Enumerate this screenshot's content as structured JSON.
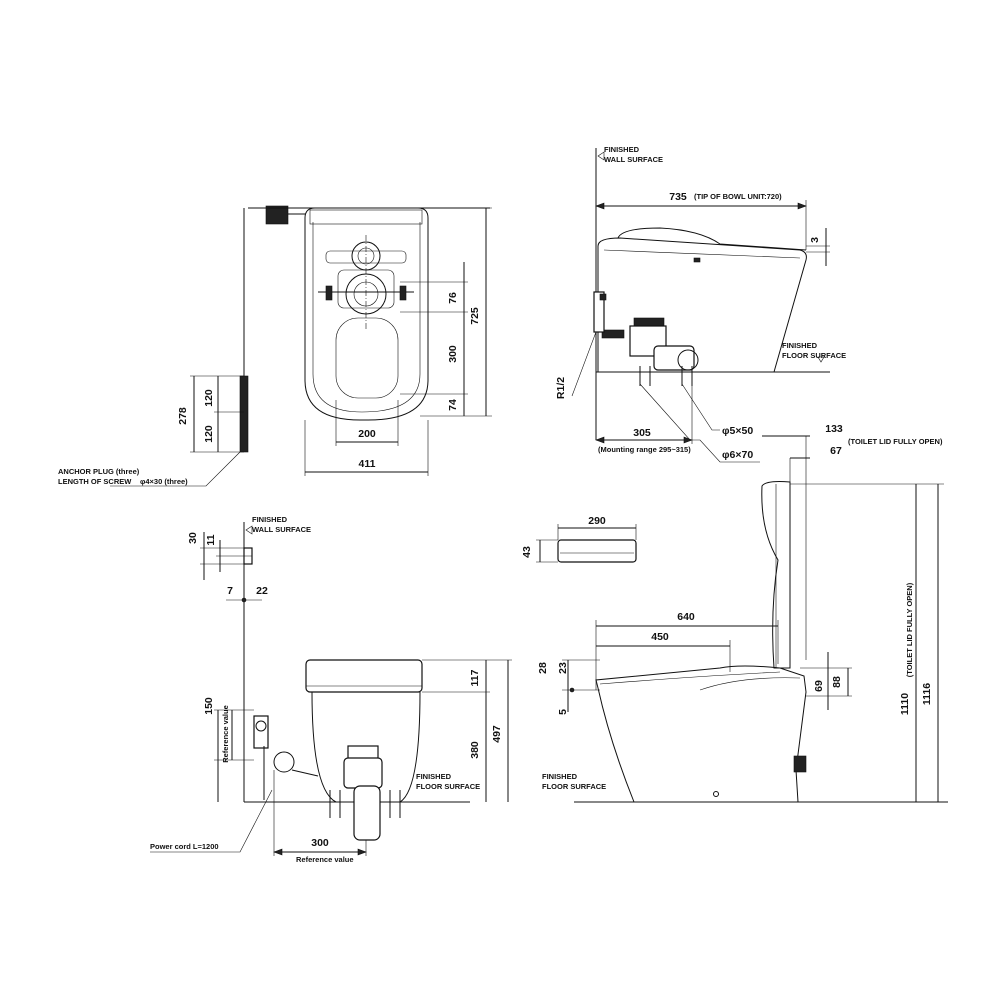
{
  "top_view": {
    "dim_725": "725",
    "dim_76": "76",
    "dim_300": "300",
    "dim_74": "74",
    "dim_200": "200",
    "dim_411": "411",
    "dim_278": "278",
    "dim_120a": "120",
    "dim_120b": "120",
    "anchor_line1": "ANCHOR PLUG (three)",
    "anchor_line2": "LENGTH OF SCREW",
    "anchor_spec": "φ4×30 (three)"
  },
  "side_view_top": {
    "wall_line1": "FINISHED",
    "wall_line2": "WALL SURFACE",
    "dim_735": "735",
    "tip_note": "(TIP OF BOWL UNIT:720)",
    "dim_3": "3",
    "floor_line1": "FINISHED",
    "floor_line2": "FLOOR SURFACE",
    "dim_r12": "R1/2",
    "dim_305": "305",
    "mounting_range": "(Mounting range 295~315)",
    "screw_a": "φ5×50",
    "screw_b": "φ6×70"
  },
  "front_view": {
    "wall_line1": "FINISHED",
    "wall_line2": "WALL SURFACE",
    "dim_30": "30",
    "dim_11": "11",
    "dim_7": "7",
    "dim_22": "22",
    "dim_150": "150",
    "ref_value_vertical": "Reference value",
    "dim_117": "117",
    "dim_497": "497",
    "dim_380": "380",
    "floor_line1": "FINISHED",
    "floor_line2": "FLOOR SURFACE",
    "dim_300": "300",
    "ref_value": "Reference value",
    "power_cord": "Power cord  L=1200"
  },
  "side_view_bottom": {
    "dim_290": "290",
    "dim_43": "43",
    "dim_133": "133",
    "lid_open_note": "(TOILET LID FULLY OPEN)",
    "dim_67": "67",
    "dim_640": "640",
    "dim_450": "450",
    "dim_28": "28",
    "dim_23": "23",
    "dim_5": "5",
    "dim_69": "69",
    "dim_88": "88",
    "dim_1110": "1110",
    "dim_1116": "1116",
    "lid_open_vertical": "(TOILET LID FULLY OPEN)",
    "floor_line1": "FINISHED",
    "floor_line2": "FLOOR SURFACE"
  }
}
